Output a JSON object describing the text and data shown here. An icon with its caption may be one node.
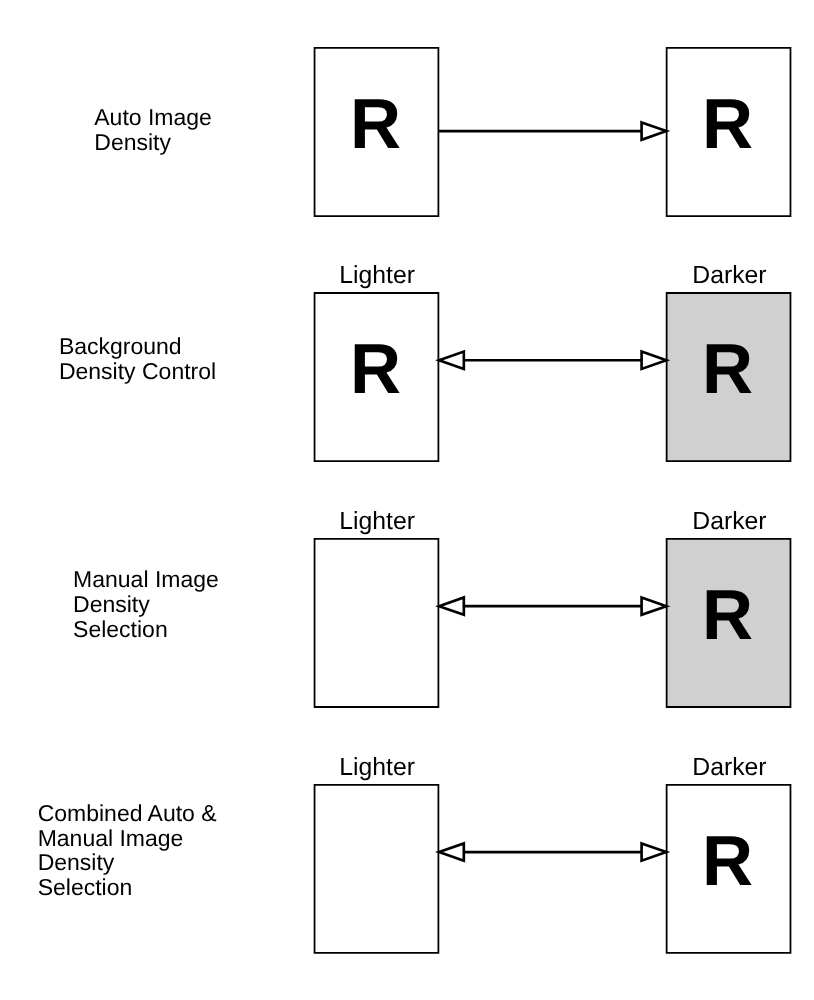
{
  "diagram": {
    "nodes": [
      {
        "text": [
          "R"
        ]
      },
      {
        "text": [
          "R"
        ]
      },
      {
        "text": [
          "R"
        ],
        "beside": [
          "Lighter"
        ]
      },
      {
        "text": [
          "R"
        ],
        "beside": [
          "Darker"
        ]
      },
      {
        "text": [],
        "shape": "box",
        "beside": [
          "Lighter"
        ]
      },
      {
        "text": [
          "R"
        ],
        "beside": [
          "Darker"
        ]
      },
      {
        "text": [],
        "shape": "box",
        "beside": [
          "Lighter"
        ]
      },
      {
        "text": [
          "R"
        ],
        "beside": [
          "Darker"
        ]
      }
    ],
    "edges": [
      {
        "from": 0,
        "to": 1,
        "arrow": "to"
      },
      {
        "from": 2,
        "to": 3,
        "arrow": "both"
      },
      {
        "from": 4,
        "to": 5,
        "arrow": "both"
      },
      {
        "from": 6,
        "to": 7,
        "arrow": "both"
      }
    ],
    "labels": [
      "Auto Image Density",
      "Background Density Control",
      "Manual Image Density Selection",
      "Combined Auto & Manual Image Density Selection"
    ]
  }
}
